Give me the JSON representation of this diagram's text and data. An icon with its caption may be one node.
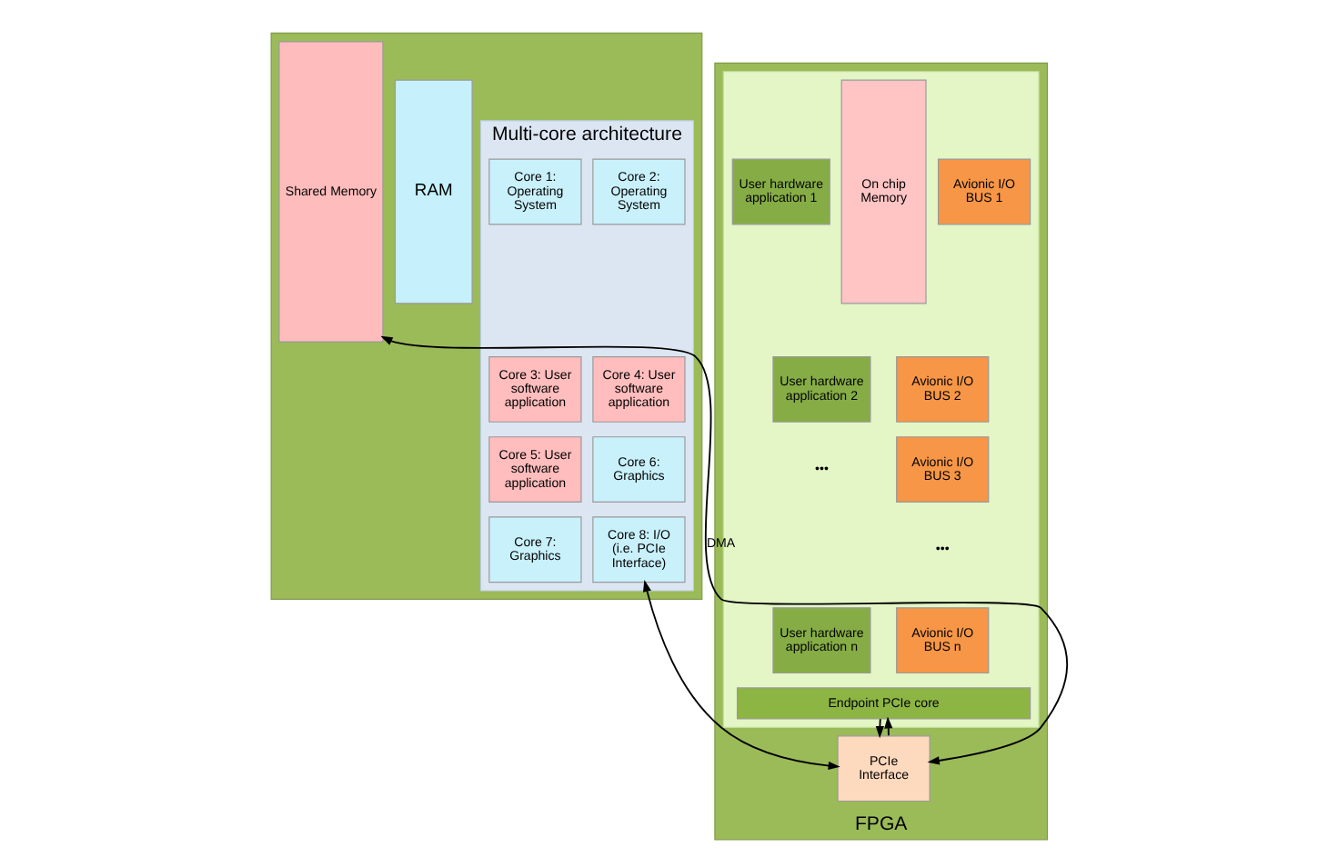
{
  "diagram": {
    "nodes": [
      {
        "text": [],
        "shape": "box"
      },
      {
        "text": [
          "Multi-core architecture"
        ],
        "in": 0
      },
      {
        "text": [
          "Core 1: Operating System"
        ],
        "in": 1
      },
      {
        "text": [
          "Core 2: Operating System"
        ],
        "in": 1
      },
      {
        "text": [
          "Core 3: User software application"
        ],
        "in": 1
      },
      {
        "text": [
          "Core 4: User software application"
        ],
        "in": 1
      },
      {
        "text": [
          "Core 5: User software application"
        ],
        "in": 1
      },
      {
        "text": [
          "Core 6: Graphics"
        ],
        "in": 1
      },
      {
        "text": [
          "Core 7: Graphics"
        ],
        "in": 1
      },
      {
        "text": [
          "Core 8: I/O (i.e. PCIe Interface)"
        ],
        "in": 1
      },
      {
        "text": [
          "Shared Memory"
        ],
        "in": 0
      },
      {
        "text": [
          "RAM"
        ],
        "in": 0
      },
      {
        "text": [
          "FPGA"
        ]
      },
      {
        "text": [],
        "shape": "box",
        "in": 12
      },
      {
        "text": [
          "User hardware application 1"
        ],
        "in": 13
      },
      {
        "text": [
          "User hardware application 2"
        ],
        "in": 13
      },
      {
        "text": [
          "User hardware application n"
        ],
        "in": 13
      },
      {
        "text": [
          "On chip Memory"
        ],
        "in": 13
      },
      {
        "text": [
          "Avionic I/O BUS 1"
        ],
        "in": 13
      },
      {
        "text": [
          "Avionic I/O BUS 2"
        ],
        "in": 13
      },
      {
        "text": [
          "Avionic I/O BUS 3"
        ],
        "in": 13
      },
      {
        "text": [
          "Avionic I/O BUS n"
        ],
        "in": 13
      },
      {
        "text": [
          "Endpoint PCIe core"
        ],
        "in": 13
      },
      {
        "text": [
          "PCIe Interface"
        ],
        "in": 12
      }
    ],
    "edges": [
      {
        "from": 10,
        "to": 23,
        "arrow": "both",
        "label": "DMA"
      },
      {
        "from": 9,
        "to": 23,
        "arrow": "both"
      },
      {
        "from": 23,
        "to": 22,
        "arrow": "to"
      },
      {
        "from": 22,
        "to": 23,
        "arrow": "to"
      }
    ],
    "labels": [
      "•••",
      "•••"
    ]
  }
}
